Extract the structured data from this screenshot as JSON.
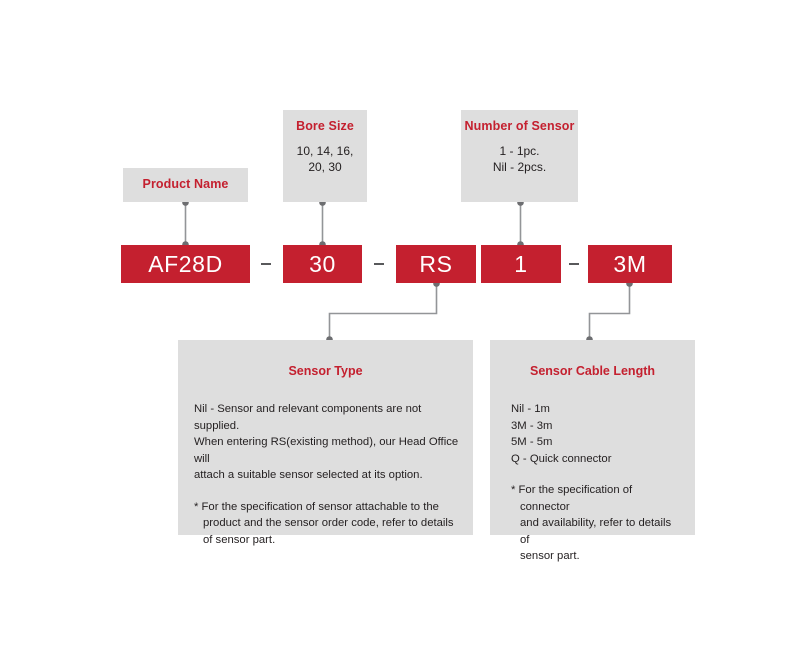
{
  "diagram": {
    "title_accent_color": "#c4202f",
    "box_fill_color": "#dedede",
    "code_fill_color": "#c4202f",
    "wire_color": "#939598"
  },
  "code_string": {
    "separator": "-",
    "segments": [
      {
        "key": "product_name",
        "value": "AF28D"
      },
      {
        "key": "bore_size",
        "value": "30"
      },
      {
        "key": "sensor_type",
        "value": "RS"
      },
      {
        "key": "number_of_sensor",
        "value": "1"
      },
      {
        "key": "sensor_cable_length",
        "value": "3M"
      }
    ]
  },
  "descriptors": [
    {
      "key": "product_name",
      "title": "Product Name",
      "lines": []
    },
    {
      "key": "bore_size",
      "title": "Bore Size",
      "lines": [
        "10, 14, 16,",
        "20, 30"
      ]
    },
    {
      "key": "number_of_sensor",
      "title": "Number of Sensor",
      "lines": [
        "1 - 1pc.",
        "Nil - 2pcs."
      ]
    }
  ],
  "panels": [
    {
      "key": "sensor_type",
      "title": "Sensor Type",
      "paragraph": [
        "Nil - Sensor and relevant components are not supplied.",
        "When entering RS(existing method), our Head Office will",
        "attach a suitable sensor selected at its option."
      ],
      "note": [
        "* For the specification of sensor attachable to the",
        "product and the sensor order code, refer to details",
        "of sensor part."
      ]
    },
    {
      "key": "sensor_cable_length",
      "title": "Sensor Cable Length",
      "paragraph": [
        "Nil - 1m",
        "3M - 3m",
        "5M - 5m",
        "Q - Quick connector"
      ],
      "note": [
        "* For the specification of connector",
        "and availability, refer to details of",
        "sensor part."
      ]
    }
  ]
}
